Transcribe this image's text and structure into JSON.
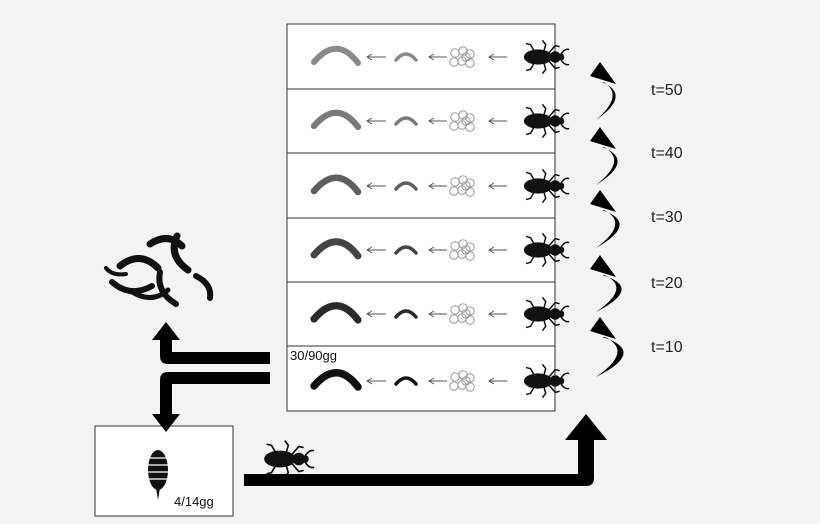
{
  "diagram": {
    "time_labels": [
      "t=50",
      "t=40",
      "t=30",
      "t=20",
      "t=10"
    ],
    "box_label": "30/90gg",
    "small_box_label": "4/14gg",
    "stage_sequence": [
      "adult-beetle",
      "eggs",
      "small-larva",
      "large-larva"
    ],
    "colors": {
      "background": "#f3f3f3",
      "frame": "#333333",
      "insect": "#111111",
      "arrow": "#000000",
      "row_fade": [
        "#8a8a8a",
        "#7a7a7a",
        "#5e5e5e",
        "#444444",
        "#2a2a2a",
        "#111111"
      ]
    }
  }
}
